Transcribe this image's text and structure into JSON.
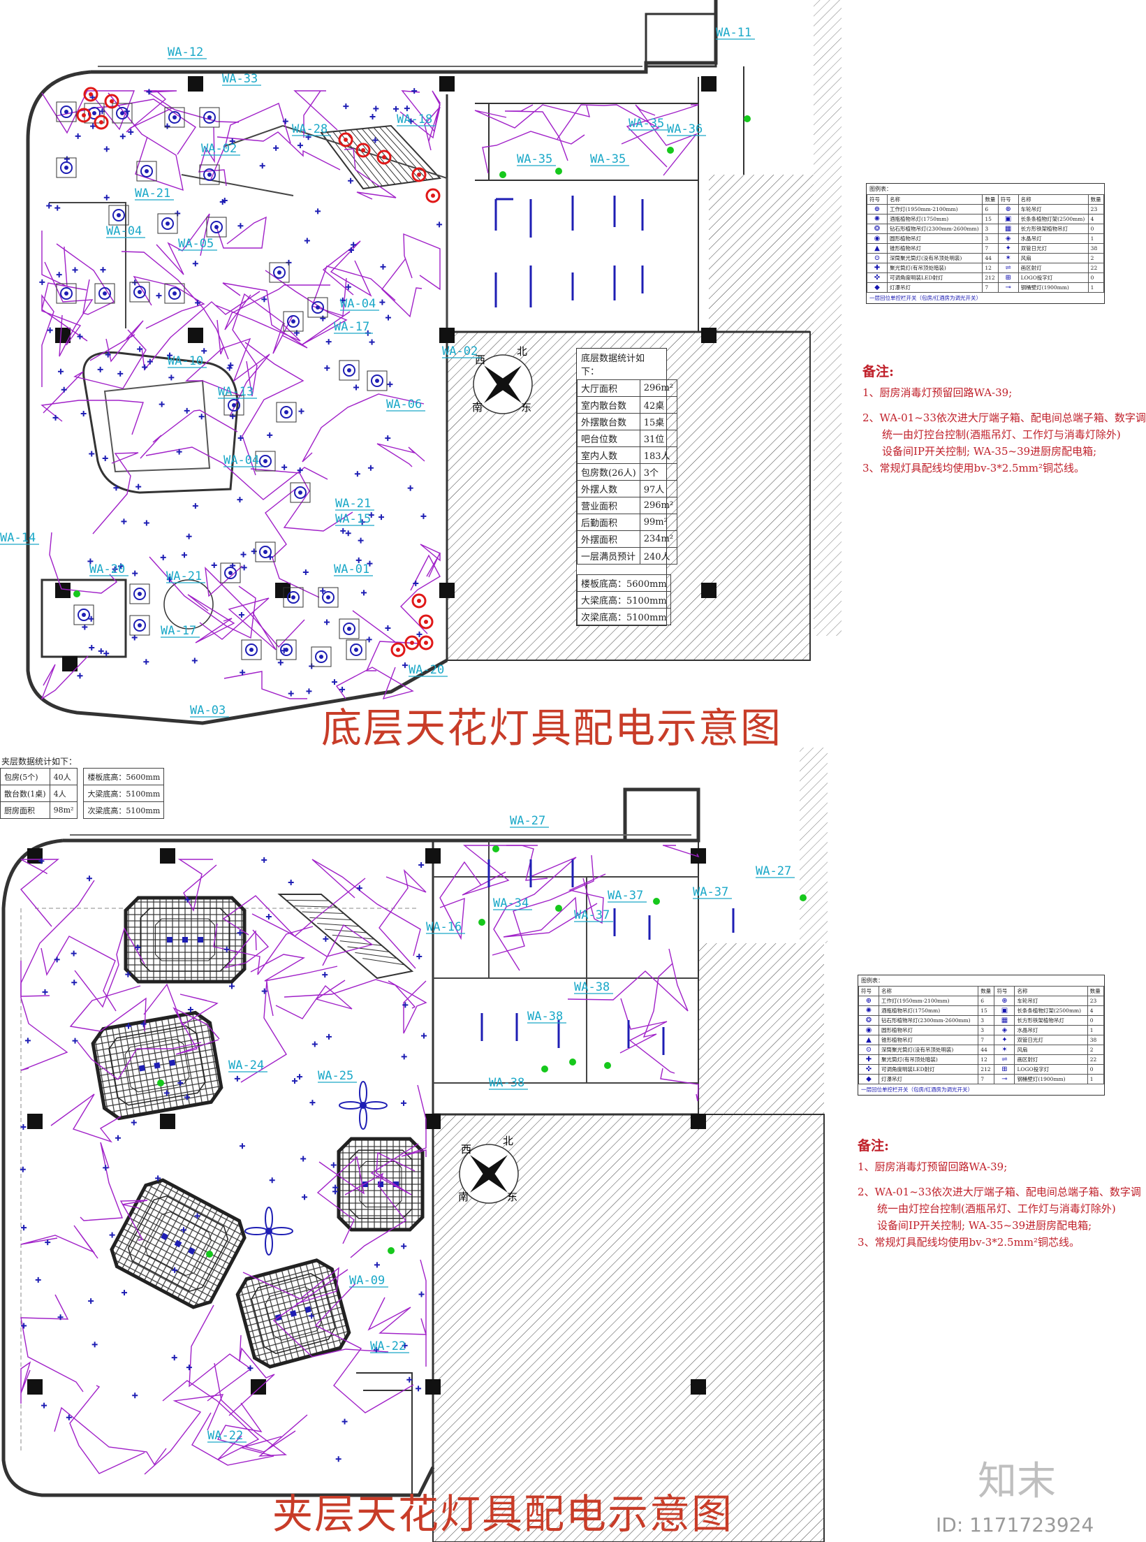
{
  "titles": {
    "ground": "底层天花灯具配电示意图",
    "mezzanine": "夹层天花灯具配电示意图"
  },
  "ground_stats": {
    "header": "底层数据统计如下：",
    "rows": [
      [
        "大厅面积",
        "296m²"
      ],
      [
        "室内散台数",
        "42桌"
      ],
      [
        "外摆散台数",
        "15桌"
      ],
      [
        "吧台位数",
        "31位"
      ],
      [
        "室内人数",
        "183人"
      ],
      [
        "包房数(26人)",
        "3个"
      ],
      [
        "外摆人数",
        "97人"
      ],
      [
        "营业面积",
        "296m²"
      ],
      [
        "后勤面积",
        "99m²"
      ],
      [
        "外摆面积",
        "234m²"
      ],
      [
        "一层满员预计",
        "240人"
      ]
    ],
    "heights": [
      "楼板底高：5600mm",
      "大梁底高：5100mm",
      "次梁底高：5100mm"
    ]
  },
  "mezz_stats": {
    "header": "夹层数据统计如下：",
    "rows": [
      [
        "包房(5个)",
        "40人"
      ],
      [
        "散台数(1桌)",
        "4人"
      ],
      [
        "厨房面积",
        "98m²"
      ]
    ],
    "heights": [
      "楼板底高：5600mm",
      "大梁底高：5100mm",
      "次梁底高：5100mm"
    ]
  },
  "legend": {
    "title": "图例表：",
    "headers": [
      "符号",
      "名称",
      "数量",
      "符号",
      "名称",
      "数量"
    ],
    "rows": [
      [
        "⊕",
        "工作灯(1950mm-2100mm)",
        "6",
        "⊛",
        "车轮吊灯",
        "23"
      ],
      [
        "✺",
        "酒瓶植物吊灯(1750mm)",
        "15",
        "▣",
        "长条条植物灯架(2500mm)",
        "4"
      ],
      [
        "❂",
        "钻石形植物吊灯(2300mm-2600mm)",
        "3",
        "▦",
        "长方形铁架植物吊灯",
        "0"
      ],
      [
        "◉",
        "圆形植物吊灯",
        "3",
        "◈",
        "水晶吊灯",
        "1"
      ],
      [
        "▲",
        "锥形植物吊灯",
        "7",
        "✦",
        "双管日光灯",
        "38"
      ],
      [
        "⊙",
        "深筒聚光筒灯(没有吊顶处明装)",
        "44",
        "✶",
        "风扇",
        "2"
      ],
      [
        "✚",
        "聚光筒灯(有吊顶处暗装)",
        "12",
        "⇌",
        "画区射灯",
        "22"
      ],
      [
        "✜",
        "可调角度明装LED射灯",
        "212",
        "⊞",
        "LOGO投字灯",
        "0"
      ],
      [
        "◆",
        "灯瀑吊灯",
        "7",
        "⊸",
        "钢桶壁灯(1900mm)",
        "1"
      ]
    ],
    "footer": "一层回位单控栏开关（包房/红酒房为调光开关）"
  },
  "notes": {
    "title": "备注:",
    "items": [
      "1、厨房消毒灯预留回路WA-39;",
      "2、WA-01~33依次进大厅端子箱、配电间总端子箱、数字调",
      "统一由灯控台控制(酒瓶吊灯、工作灯与消毒灯除外)",
      "设备间IP开关控制; WA-35~39进厨房配电箱;",
      "3、常规灯具配线均使用bv-3*2.5mm²铜芯线。"
    ]
  },
  "compass": {
    "n": "北",
    "s": "南",
    "w": "西",
    "e": "东"
  },
  "circuits_ground": [
    [
      "WA-11",
      1025,
      52
    ],
    [
      "WA-12",
      240,
      80
    ],
    [
      "WA-33",
      318,
      118
    ],
    [
      "WA-18",
      568,
      176
    ],
    [
      "WA-28",
      418,
      190
    ],
    [
      "WA-35",
      900,
      182
    ],
    [
      "WA-36",
      955,
      190
    ],
    [
      "WA-35",
      740,
      233
    ],
    [
      "WA-35",
      845,
      233
    ],
    [
      "WA-02",
      288,
      218
    ],
    [
      "WA-21",
      193,
      282
    ],
    [
      "WA-04",
      152,
      336
    ],
    [
      "WA-05",
      255,
      354
    ],
    [
      "WA-04",
      487,
      440
    ],
    [
      "WA-17",
      478,
      473
    ],
    [
      "WA-02",
      633,
      508
    ],
    [
      "WA-10",
      240,
      522
    ],
    [
      "WA-13",
      312,
      566
    ],
    [
      "WA-06",
      553,
      584
    ],
    [
      "WA-04",
      320,
      664
    ],
    [
      "WA-21",
      480,
      726
    ],
    [
      "WA-15",
      480,
      748
    ],
    [
      "WA-14",
      0,
      775
    ],
    [
      "WA-20",
      128,
      820
    ],
    [
      "WA-21",
      238,
      830
    ],
    [
      "WA-01",
      478,
      820
    ],
    [
      "WA-17",
      230,
      908
    ],
    [
      "WA-20",
      585,
      964
    ],
    [
      "WA-03",
      272,
      1022
    ]
  ],
  "circuits_mezz": [
    [
      "WA-27",
      730,
      1180
    ],
    [
      "WA-27",
      1082,
      1252
    ],
    [
      "WA-37",
      992,
      1282
    ],
    [
      "WA-37",
      870,
      1287
    ],
    [
      "WA-34",
      706,
      1298
    ],
    [
      "WA-16",
      610,
      1332
    ],
    [
      "WA-37",
      822,
      1315
    ],
    [
      "WA-38",
      822,
      1418
    ],
    [
      "WA-38",
      755,
      1460
    ],
    [
      "WA-38",
      700,
      1555
    ],
    [
      "WA-24",
      327,
      1530
    ],
    [
      "WA-25",
      455,
      1545
    ],
    [
      "WA-09",
      500,
      1838
    ],
    [
      "WA-22",
      530,
      1932
    ],
    [
      "WA-22",
      297,
      2060
    ]
  ],
  "watermark": {
    "brand": "知末",
    "id": "ID: 1171723924"
  },
  "colors": {
    "wire": "#a020c8",
    "fixture": "#1e1eb4",
    "circuit_label": "#1aa8c8",
    "title": "#c83c28",
    "wall": "#333333",
    "accent_red": "#e01818",
    "switch": "#16c81c"
  }
}
